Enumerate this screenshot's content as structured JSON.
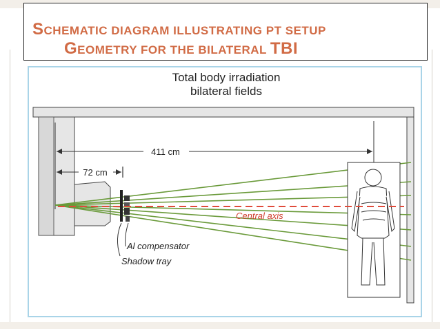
{
  "slide": {
    "title_line1": "Schematic diagram illustrating pt setup",
    "title_line2_prefix": "geometry for the bilateral ",
    "title_line2_suffix": "TBI"
  },
  "diagram": {
    "heading_line1": "Total body irradiation",
    "heading_line2": "bilateral fields",
    "distance_source_patient": "411 cm",
    "distance_source_tray": "72 cm",
    "central_axis_label": "Central axis",
    "compensator_label": "Al compensator",
    "shadow_tray_label": "Shadow tray"
  },
  "colors": {
    "title": "#d16b45",
    "beam": "#6a9a3a",
    "central_axis": "#e04a3a",
    "frame_border": "#a9d4e8",
    "wall_fill": "#e6e6e6"
  }
}
